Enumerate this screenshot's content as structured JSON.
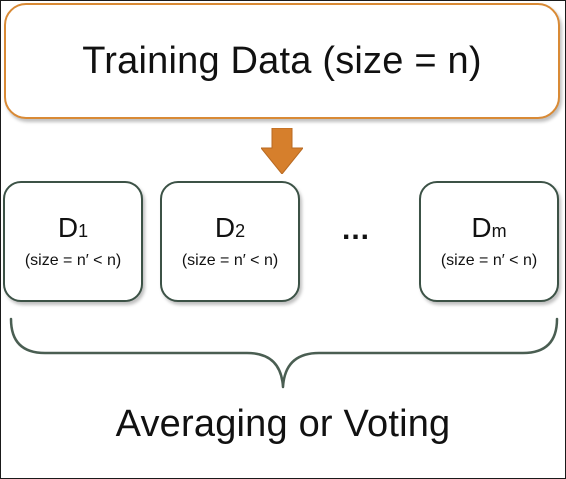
{
  "top_box": {
    "label": "Training Data (size = n)"
  },
  "subsets": [
    {
      "letter": "D",
      "subscript": "1",
      "size_label": "(size = n′ < n)"
    },
    {
      "letter": "D",
      "subscript": "2",
      "size_label": "(size = n′ < n)"
    },
    {
      "letter": "D",
      "subscript": "m",
      "size_label": "(size = n′ < n)"
    }
  ],
  "ellipsis": "...",
  "bottom_label": "Averaging or Voting",
  "colors": {
    "top_box_border": "#d98a35",
    "arrow_fill": "#d67f2c",
    "subset_border": "#3c5246",
    "brace_stroke": "#4a5e52"
  }
}
